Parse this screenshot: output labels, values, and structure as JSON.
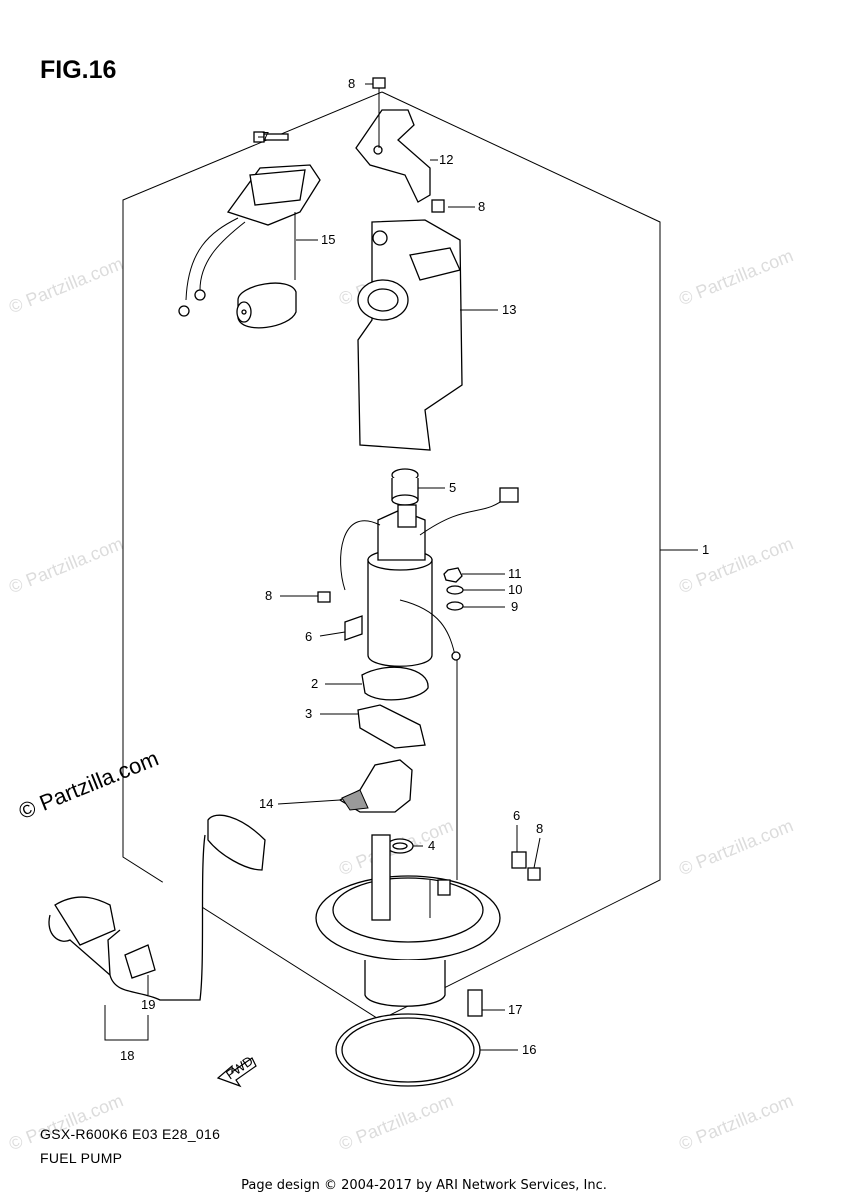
{
  "figure_title": "FIG.16",
  "model_code": "GSX-R600K6 E03 E28_016",
  "part_name": "FUEL PUMP",
  "page_credit": "Page design © 2004-2017 by ARI Network Services, Inc.",
  "copyright_mark": "© Partzilla.com",
  "watermark": "© Partzilla.com",
  "fwd_label": "FWD",
  "callouts": [
    "8",
    "7",
    "12",
    "8",
    "15",
    "13",
    "5",
    "1",
    "11",
    "10",
    "8",
    "9",
    "6",
    "2",
    "3",
    "14",
    "6",
    "8",
    "4",
    "17",
    "19",
    "18",
    "16"
  ]
}
